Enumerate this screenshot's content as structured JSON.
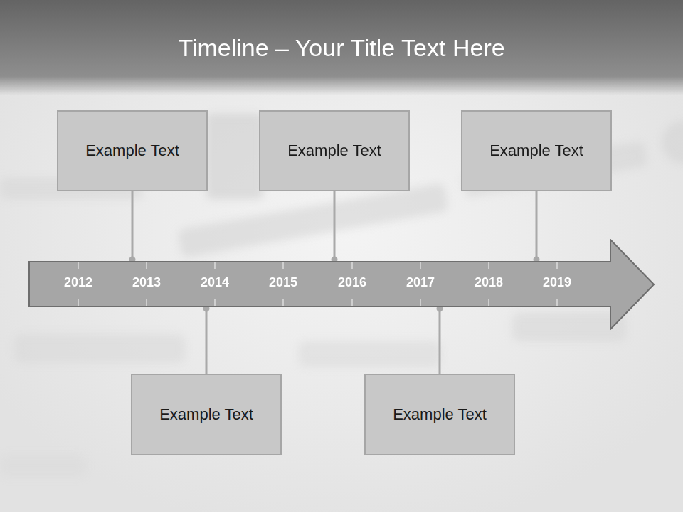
{
  "diagram": {
    "title": "Timeline – Your Title Text Here",
    "nodes": [
      {
        "text": [
          "Example Text"
        ]
      },
      {
        "text": [
          "Example Text"
        ]
      },
      {
        "text": [
          "Example Text"
        ]
      },
      {
        "text": [
          "2012",
          "2013",
          "2014",
          "2015",
          "2016",
          "2017",
          "2018",
          "2019"
        ]
      },
      {
        "text": [
          "Example Text"
        ]
      },
      {
        "text": [
          "Example Text"
        ]
      }
    ],
    "edges": [
      {
        "from": 0,
        "to": 3,
        "arrow": "none"
      },
      {
        "from": 1,
        "to": 3,
        "arrow": "none"
      },
      {
        "from": 2,
        "to": 3,
        "arrow": "none"
      },
      {
        "from": 4,
        "to": 3,
        "arrow": "none"
      },
      {
        "from": 5,
        "to": 3,
        "arrow": "none"
      }
    ]
  }
}
